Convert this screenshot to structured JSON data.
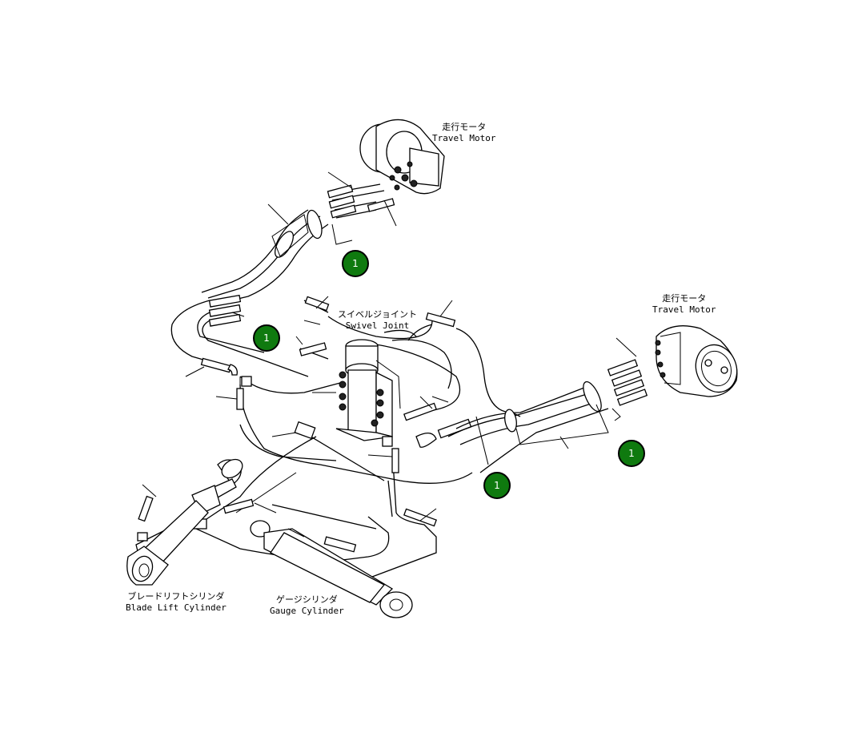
{
  "labels": {
    "travel_motor_left_jp": "走行モータ",
    "travel_motor_left_en": "Travel Motor",
    "travel_motor_right_jp": "走行モータ",
    "travel_motor_right_en": "Travel Motor",
    "swivel_joint_jp": "スイベルジョイント",
    "swivel_joint_en": "Swivel Joint",
    "blade_lift_jp": "ブレードリフトシリンダ",
    "blade_lift_en": "Blade Lift Cylinder",
    "gauge_cyl_jp": "ゲージシリンダ",
    "gauge_cyl_en": "Gauge Cylinder"
  },
  "callouts": [
    "1",
    "1",
    "1",
    "1"
  ],
  "colors": {
    "callout_fill": "#0f7a0f",
    "line": "#000000",
    "background": "#ffffff"
  }
}
